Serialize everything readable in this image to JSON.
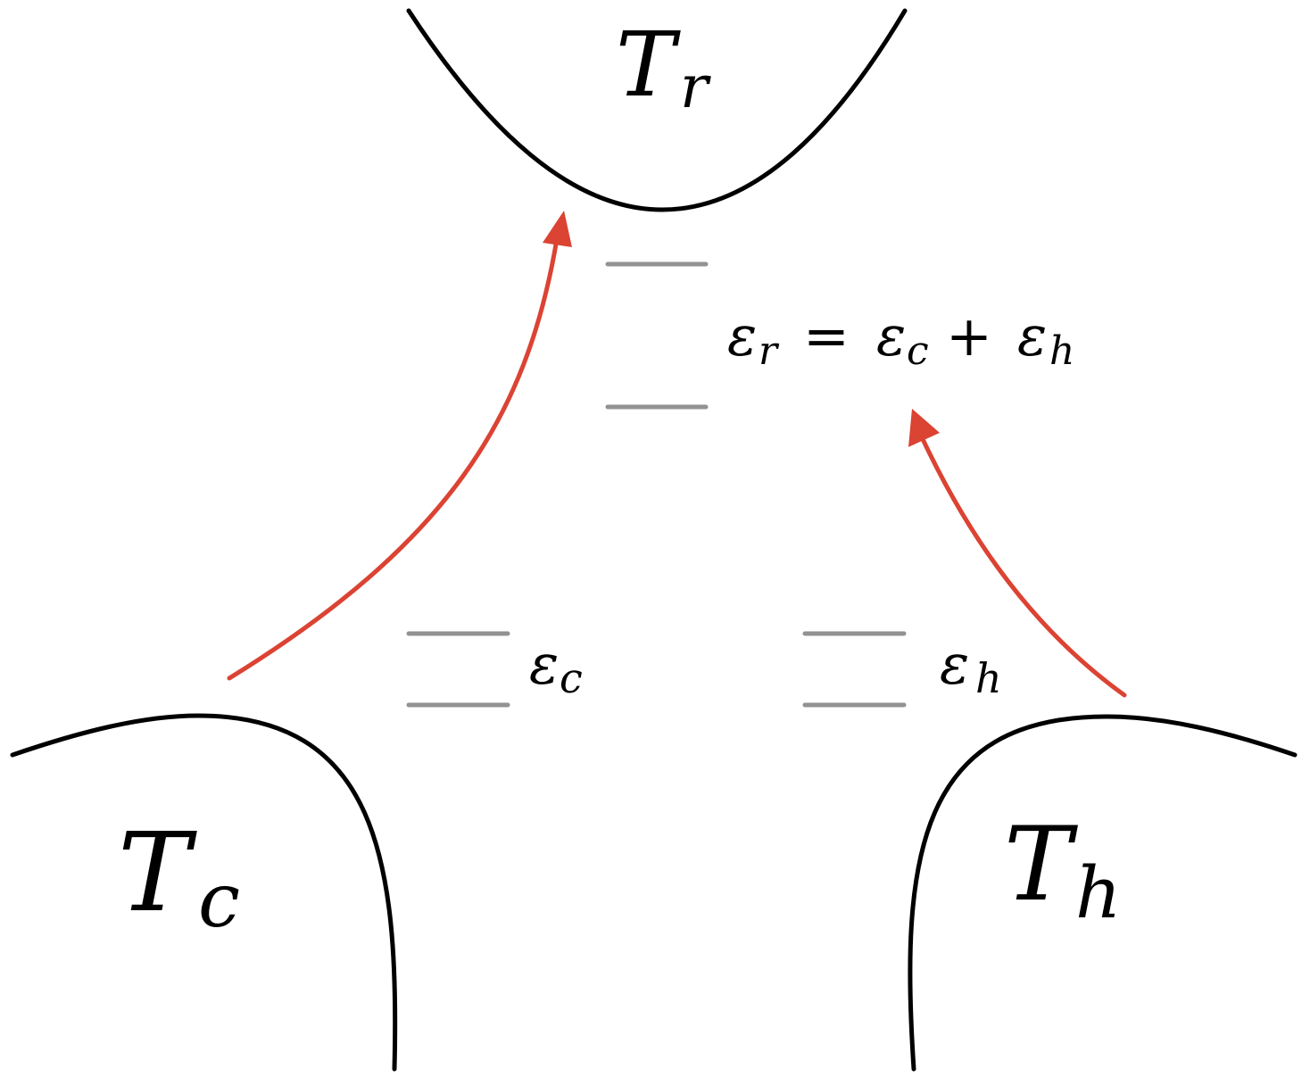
{
  "colors": {
    "arrow": "#DB4333",
    "curve": "#000000",
    "level": "#929292"
  },
  "baths": {
    "room": {
      "symbol": "T",
      "subscript": "r"
    },
    "cold": {
      "symbol": "T",
      "subscript": "c"
    },
    "hot": {
      "symbol": "T",
      "subscript": "h"
    }
  },
  "levels": {
    "cold_label": {
      "symbol": "ε",
      "subscript": "c"
    },
    "hot_label": {
      "symbol": "ε",
      "subscript": "h"
    }
  },
  "relation": {
    "lhs_symbol": "ε",
    "lhs_subscript": "r",
    "equals": "=",
    "term1_symbol": "ε",
    "term1_subscript": "c",
    "plus": "+",
    "term2_symbol": "ε",
    "term2_subscript": "h"
  }
}
